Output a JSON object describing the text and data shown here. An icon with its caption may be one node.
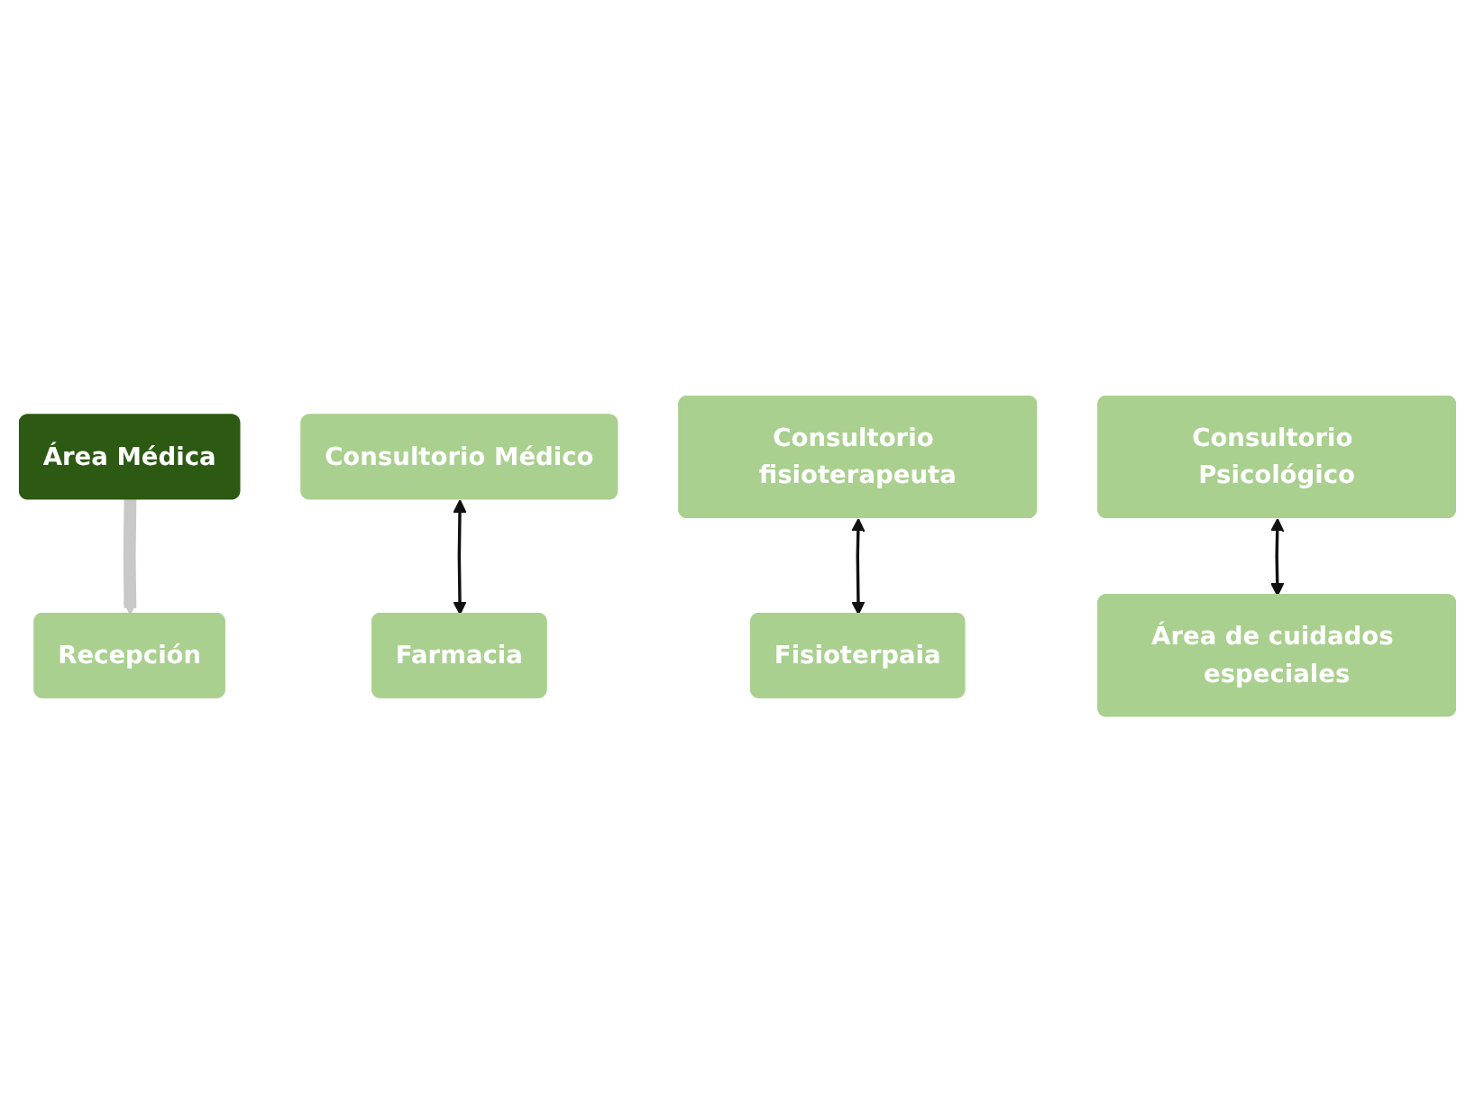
{
  "diagram": {
    "nodes": [
      {
        "text": [
          "Área Médica"
        ]
      },
      {
        "text": [
          "Recepción"
        ]
      },
      {
        "text": [
          "Consultorio Médico"
        ]
      },
      {
        "text": [
          "Farmacia"
        ]
      },
      {
        "text": [
          "Consultorio fisioterapeuta"
        ]
      },
      {
        "text": [
          "Fisioterpaia"
        ]
      },
      {
        "text": [
          "Consultorio Psicológico"
        ]
      },
      {
        "text": [
          "Área de cuidados especiales"
        ]
      }
    ],
    "edges": [
      {
        "from": 0,
        "to": 1,
        "arrow": "to",
        "style": "thick",
        "color": "#c8c8c8"
      },
      {
        "from": 2,
        "to": 3,
        "arrow": "both"
      },
      {
        "from": 4,
        "to": 5,
        "arrow": "both"
      },
      {
        "from": 6,
        "to": 7,
        "arrow": "both"
      }
    ]
  }
}
